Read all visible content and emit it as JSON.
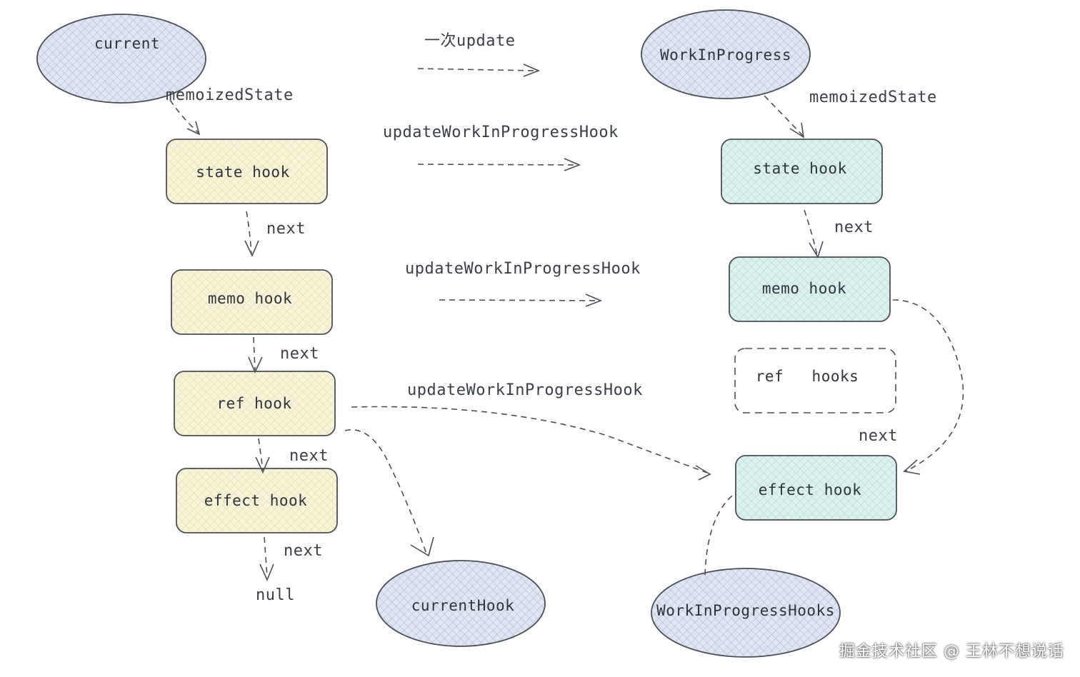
{
  "nodes": {
    "current": "current",
    "work_in_progress": "WorkInProgress",
    "left_state": "state hook",
    "left_memo": "memo hook",
    "left_ref": "ref hook",
    "left_effect": "effect hook",
    "right_state": "state hook",
    "right_memo": "memo hook",
    "right_ref": "ref   hooks",
    "right_effect": "effect hook",
    "current_hook": "currentHook",
    "wip_hooks": "WorkInProgressHooks",
    "null": "null"
  },
  "labels": {
    "memoized_left": "memoizedState",
    "memoized_right": "memoizedState",
    "one_update": "一次update",
    "update_wip_1": "updateWorkInProgressHook",
    "update_wip_2": "updateWorkInProgressHook",
    "update_wip_3": "updateWorkInProgressHook",
    "next_1": "next",
    "next_2": "next",
    "next_3": "next",
    "next_4": "next",
    "next_right_1": "next",
    "next_right_2": "next"
  },
  "colors": {
    "ellipse_fill": "#dfe5f2",
    "left_hook_fill": "#f6f3d6",
    "right_hook_fill": "#dcf1ef",
    "stroke": "#4a4f57"
  },
  "watermark": "掘金技术社区 @ 王林不想说话"
}
